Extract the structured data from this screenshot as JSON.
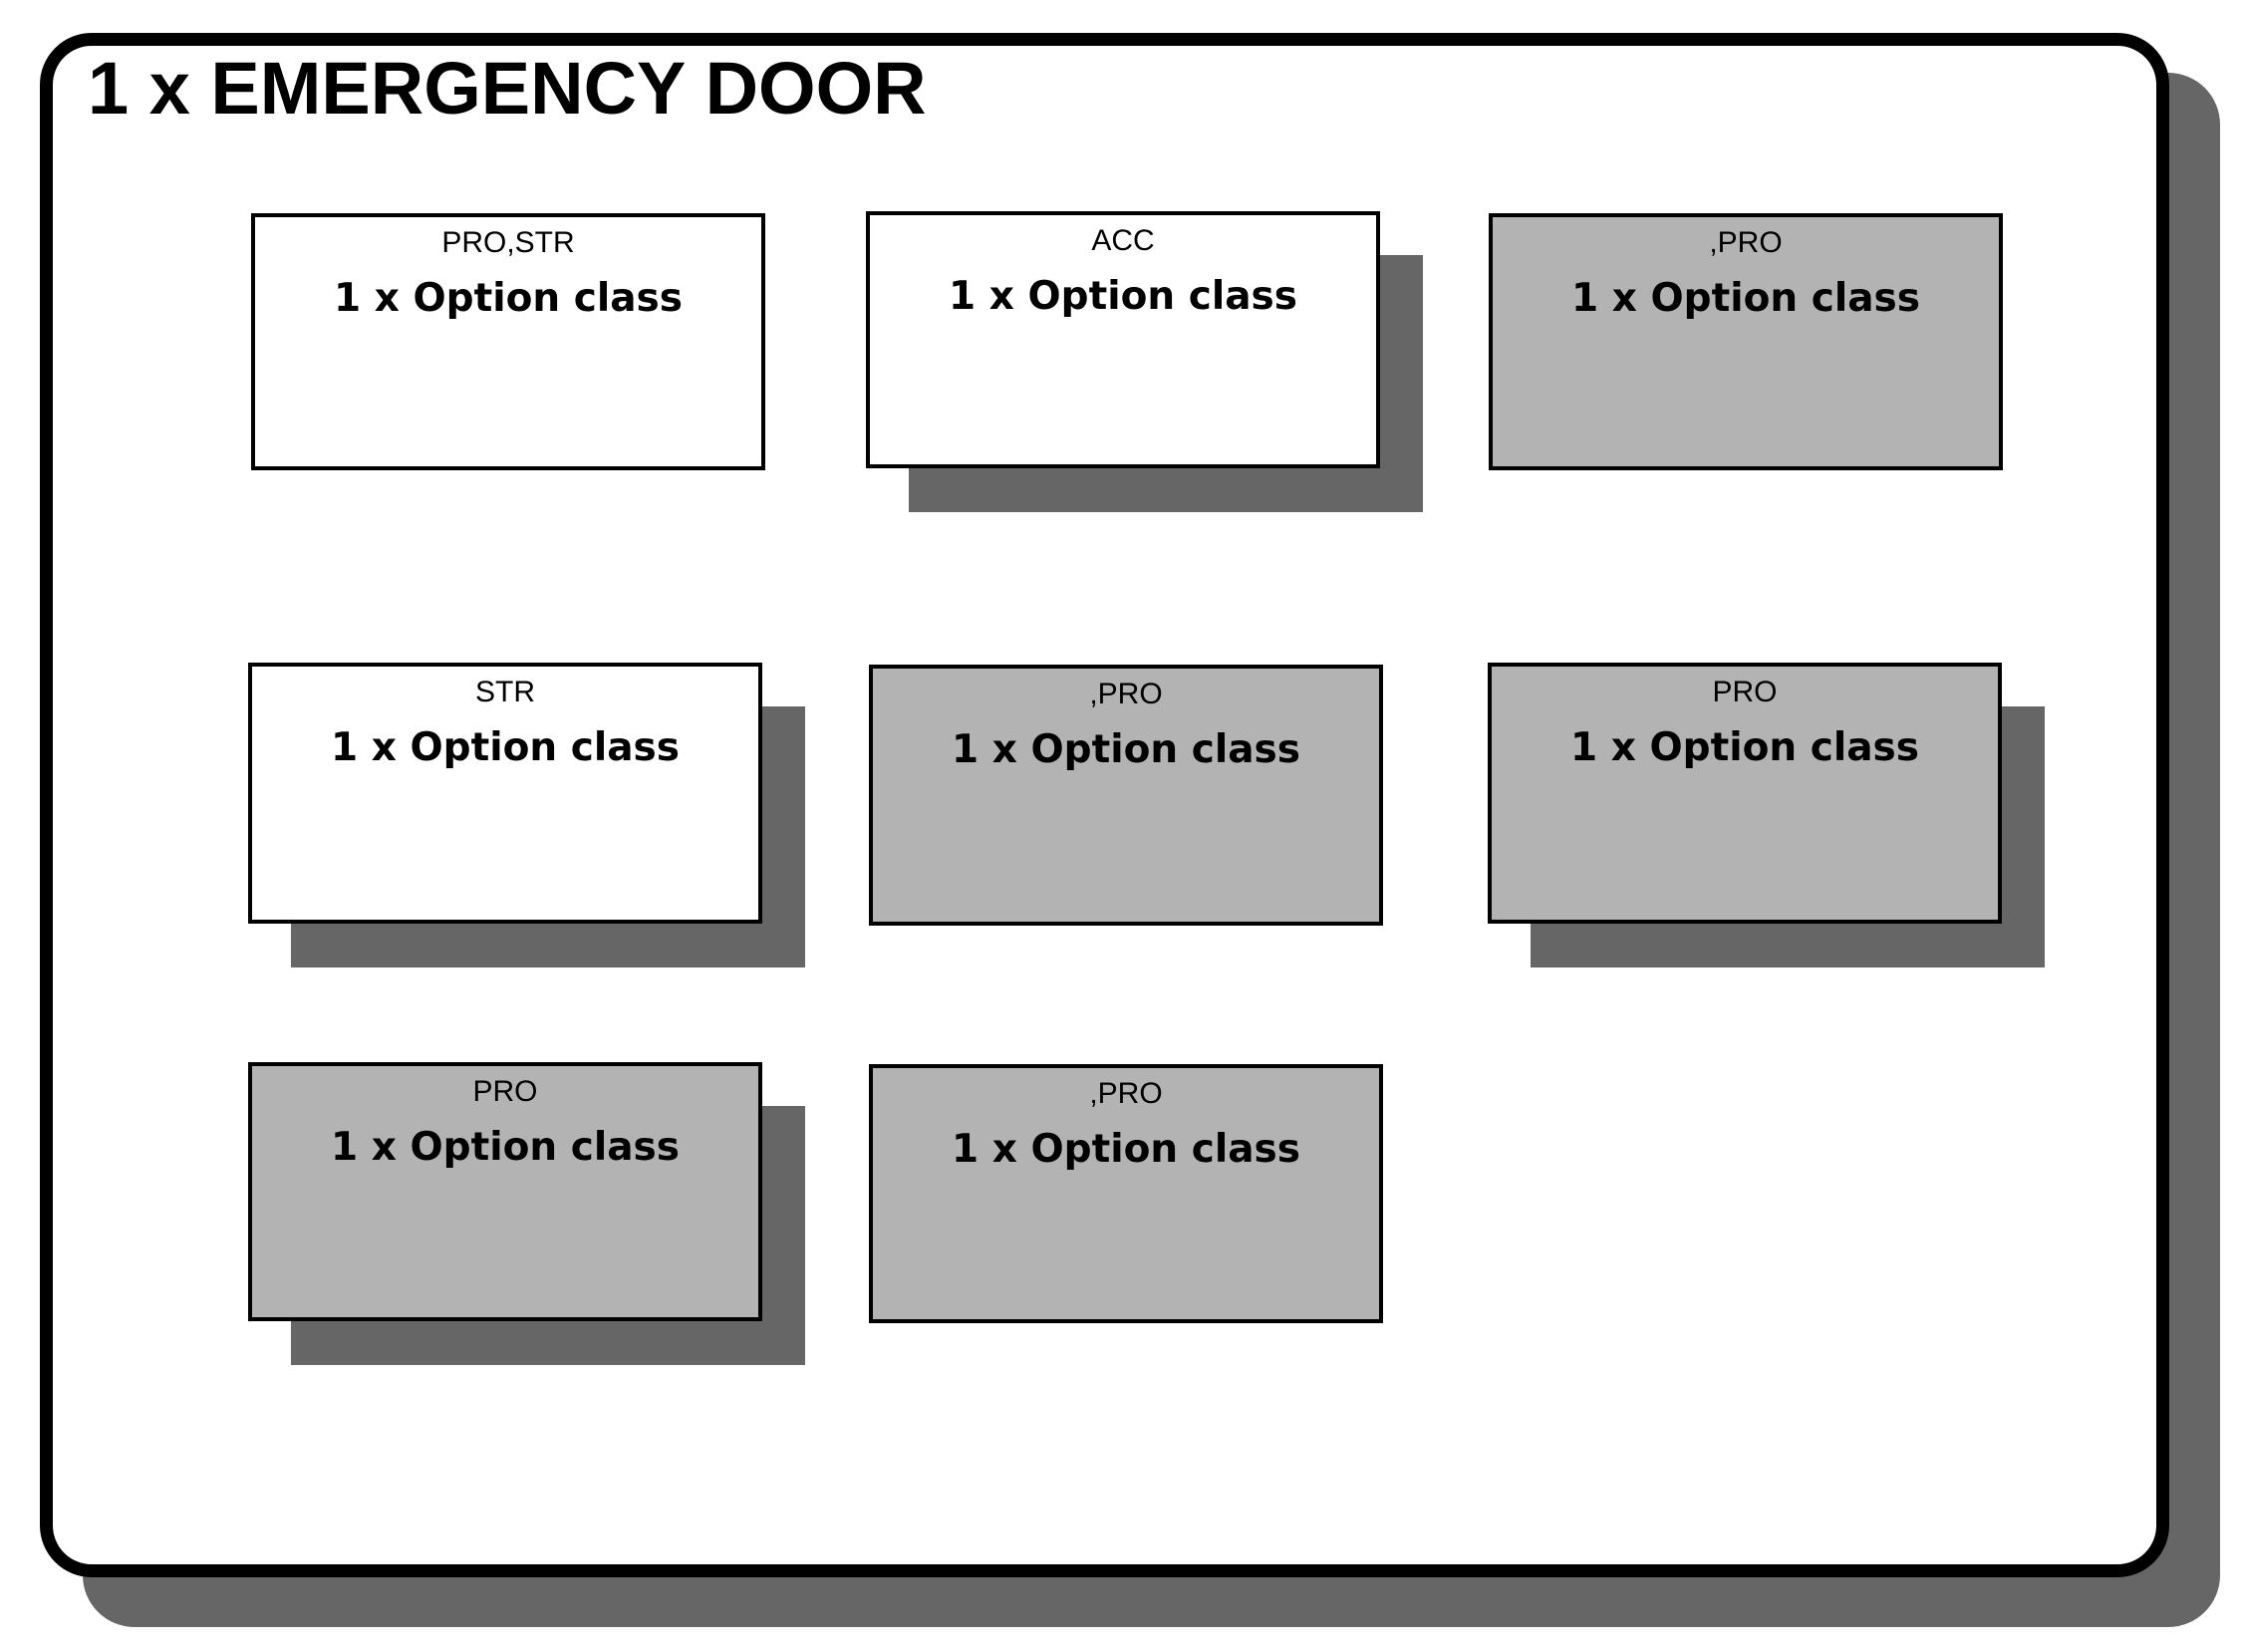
{
  "container": {
    "title": "1 x EMERGENCY DOOR"
  },
  "colors": {
    "white_fill": "#ffffff",
    "grey_fill": "#b3b3b3",
    "shadow": "#666666",
    "border": "#000000"
  },
  "boxes": [
    {
      "tag": "PRO,STR",
      "label": "1 x Option class",
      "fill": "white",
      "shadow": false
    },
    {
      "tag": "ACC",
      "label": "1 x Option class",
      "fill": "white",
      "shadow": true
    },
    {
      "tag": ",PRO",
      "label": "1 x Option class",
      "fill": "grey",
      "shadow": false
    },
    {
      "tag": "STR",
      "label": "1 x Option class",
      "fill": "white",
      "shadow": true
    },
    {
      "tag": ",PRO",
      "label": "1 x Option class",
      "fill": "grey",
      "shadow": false
    },
    {
      "tag": "PRO",
      "label": "1 x Option class",
      "fill": "grey",
      "shadow": true
    },
    {
      "tag": "PRO",
      "label": "1 x Option class",
      "fill": "grey",
      "shadow": true
    },
    {
      "tag": ",PRO",
      "label": "1 x Option class",
      "fill": "grey",
      "shadow": false
    }
  ]
}
